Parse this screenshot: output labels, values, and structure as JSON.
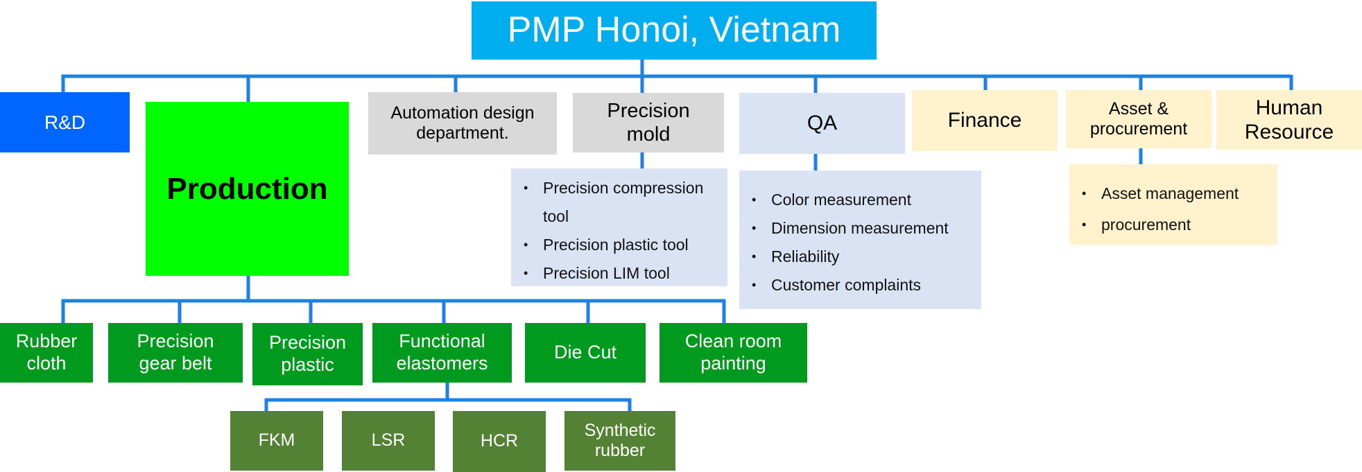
{
  "title": "PMP Honoi, Vietnam",
  "departments": {
    "rd": "R&D",
    "production": "Production",
    "automation": "Automation design department.",
    "precision_mold": "Precision mold",
    "qa": "QA",
    "finance": "Finance",
    "asset_procurement": "Asset & procurement",
    "human_resource": "Human Resource"
  },
  "precision_mold_items": [
    "Precision compression tool",
    "Precision plastic tool",
    "Precision LIM tool"
  ],
  "qa_items": [
    "Color measurement",
    "Dimension measurement",
    "Reliability",
    "Customer complaints"
  ],
  "asset_items": [
    "Asset management",
    "procurement"
  ],
  "production_units": {
    "rubber_cloth": "Rubber cloth",
    "precision_gear_belt": "Precision gear belt",
    "precision_plastic": "Precision plastic",
    "functional_elastomers": "Functional elastomers",
    "die_cut": "Die Cut",
    "clean_room_painting": "Clean room painting"
  },
  "elastomer_types": {
    "fkm": "FKM",
    "lsr": "LSR",
    "hcr": "HCR",
    "synthetic_rubber": "Synthetic rubber"
  },
  "colors": {
    "connector": "#1E7FE6",
    "title_bg": "#00AEEF",
    "rd_bg": "#0066FF",
    "production_bg": "#00FF00",
    "gray_bg": "#D9D9D9",
    "blue_light_bg": "#DAE3F3",
    "cream_bg": "#FFF2CC",
    "unit_green": "#009A1E",
    "elastomer_green": "#548235"
  }
}
